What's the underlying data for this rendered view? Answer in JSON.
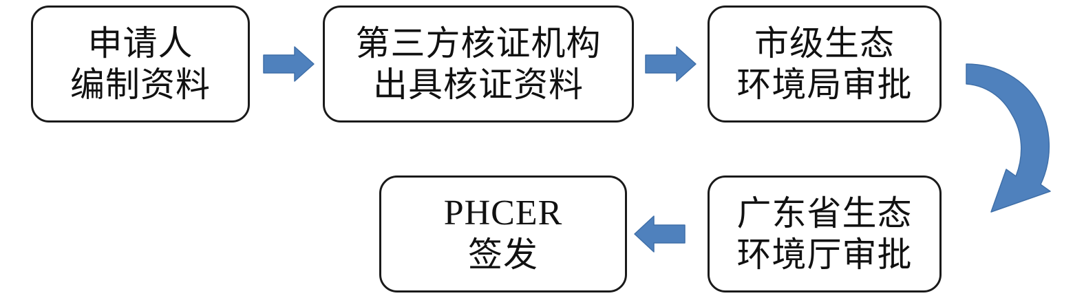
{
  "steps": [
    {
      "line1": "申请人",
      "line2": "编制资料"
    },
    {
      "line1": "第三方核证机构",
      "line2": "出具核证资料"
    },
    {
      "line1": "市级生态",
      "line2": "环境局审批"
    },
    {
      "line1": "广东省生态",
      "line2": "环境厅审批"
    },
    {
      "line1": "PHCER",
      "line2": "签发"
    }
  ],
  "colors": {
    "arrow_fill": "#4f81bd",
    "arrow_stroke": "#3f6fa8",
    "box_border": "#1a1a1a",
    "text": "#111111"
  }
}
